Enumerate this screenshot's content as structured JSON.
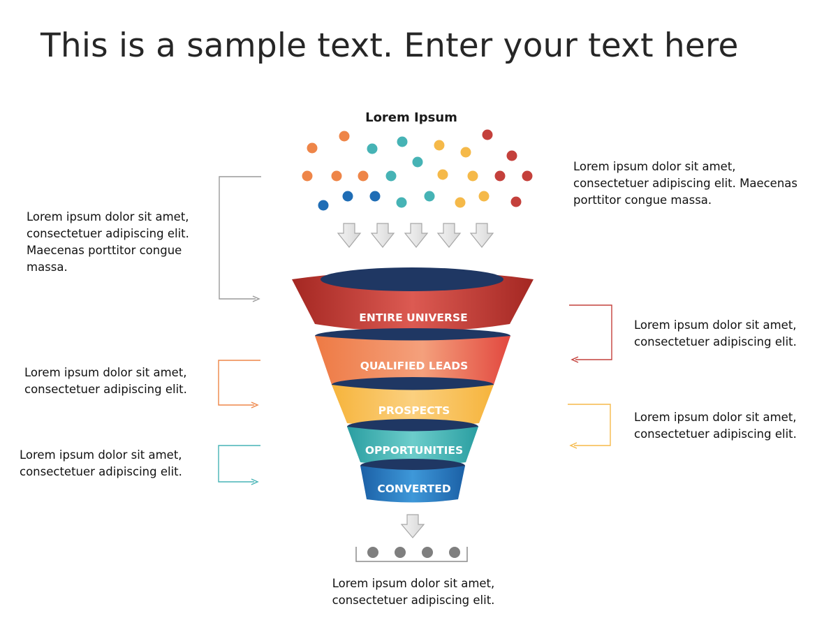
{
  "slide": {
    "title": "This is a sample text. Enter your text here",
    "top_label": "Lorem Ipsum"
  },
  "stages": [
    {
      "label": "ENTIRE UNIVERSE",
      "color_dark": "#b8332d",
      "color_light": "#e35e55"
    },
    {
      "label": "QUALIFIED LEADS",
      "color_dark": "#ef7a45",
      "color_light": "#f6a27c"
    },
    {
      "label": "PROSPECTS",
      "color_dark": "#f6b53f",
      "color_light": "#fbd17e"
    },
    {
      "label": "OPPORTUNITIES",
      "color_dark": "#2fa7a9",
      "color_light": "#66cccb"
    },
    {
      "label": "CONVERTED",
      "color_dark": "#1f6db5",
      "color_light": "#3c93d6"
    }
  ],
  "notes": {
    "top_right": "Lorem ipsum dolor sit amet, consectetuer adipiscing elit. Maecenas porttitor congue massa.",
    "left_top": "Lorem ipsum dolor sit amet, consectetuer adipiscing elit. Maecenas porttitor congue massa.",
    "left_middle": "Lorem ipsum dolor sit amet, consectetuer adipiscing elit.",
    "left_bottom": "Lorem ipsum dolor sit amet, consectetuer adipiscing elit.",
    "right_middle": "Lorem ipsum dolor sit amet, consectetuer adipiscing elit.",
    "right_lower": "Lorem ipsum dolor sit amet, consectetuer adipiscing elit.",
    "bottom": "Lorem ipsum dolor sit amet, consectetuer adipiscing elit."
  },
  "colors": {
    "red": "#c4403b",
    "orange": "#ee8548",
    "yellow": "#f5b949",
    "teal": "#46b3b5",
    "blue": "#1f6db5",
    "navy": "#1f3763",
    "gray_connector": "#9a9a9a",
    "gray_dot": "#7f7f7f"
  }
}
